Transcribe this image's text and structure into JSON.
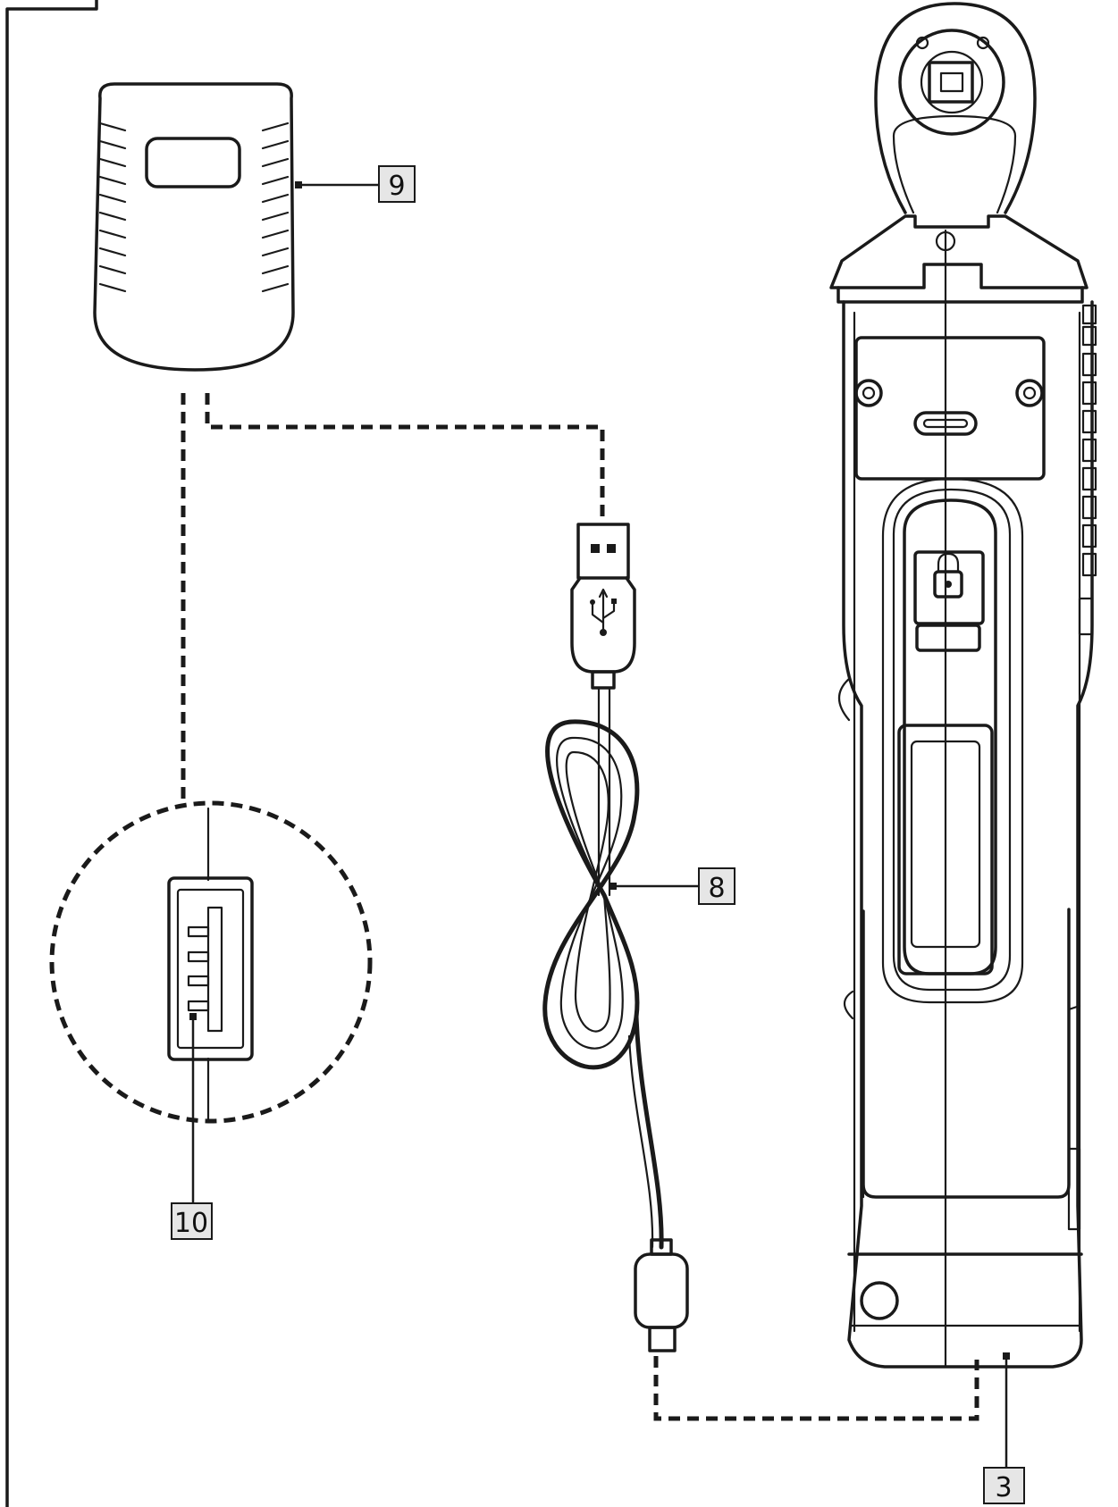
{
  "callouts": {
    "adapter": "9",
    "usb_port": "10",
    "cable": "8",
    "charge_port": "3"
  },
  "colors": {
    "line": "#1a1a1a",
    "callout_fill": "#e6e6e6",
    "background": "#ffffff"
  }
}
